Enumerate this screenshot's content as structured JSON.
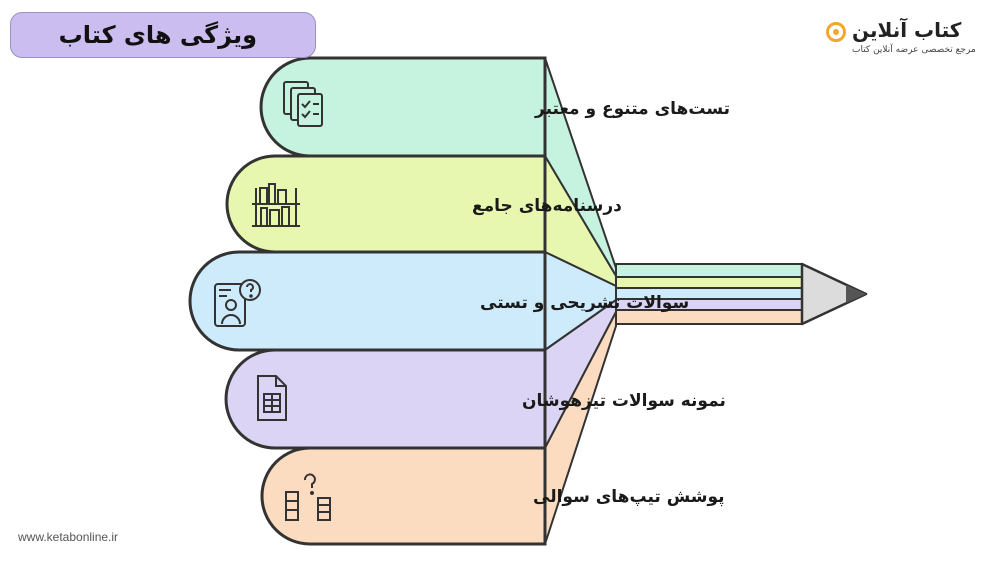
{
  "title": "ویژگی های کتاب",
  "logo": {
    "name": "کتاب آنلاین",
    "tagline": "مرجع تخصصی عرضه آنلاین کتاب"
  },
  "website": "www.ketabonline.ir",
  "features": [
    {
      "label": "تست‌های متنوع و معتبر",
      "color": "#c5f3e0",
      "icon": "test-documents-icon"
    },
    {
      "label": "درسنامه‌های جامع",
      "color": "#e7f7b0",
      "icon": "bookshelf-icon"
    },
    {
      "label": "سوالات تشریحی و تستی",
      "color": "#cdebfb",
      "icon": "question-person-icon"
    },
    {
      "label": "نمونه سوالات تیزهوشان",
      "color": "#dcd4f4",
      "icon": "spreadsheet-document-icon"
    },
    {
      "label": "پوشش تیپ‌های سوالی",
      "color": "#fcdcc0",
      "icon": "question-blocks-icon"
    }
  ],
  "pencil_stripe_colors": [
    "#c5f3e0",
    "#e7f7b0",
    "#cdebfb",
    "#dcd4f4",
    "#fcdcc0"
  ],
  "pencil_tip_color": "#dcdcdc"
}
